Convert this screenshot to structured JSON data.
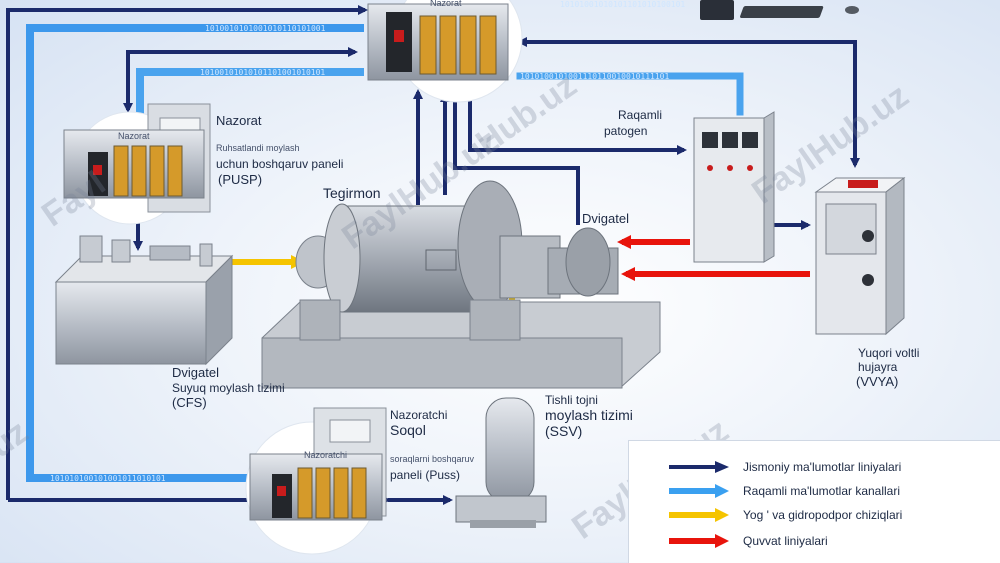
{
  "labels": {
    "nazorat": "Nazorat",
    "nazorat_plate": "Nazorat",
    "pusp_small": "Ruhsatlandi moylash",
    "pusp_line": "uchun boshqaruv paneli",
    "pusp_code": "(PUSP)",
    "tegirmon": "Tegirmon",
    "raqamli": "Raqamli",
    "patogen": "patogen",
    "dvigatel_top": "Dvigatel",
    "dvigatel_left": "Dvigatel",
    "cfs_line": "Suyuq moylash tizimi",
    "cfs_code": "(CFS)",
    "vvya_1": "Yuqori voltli",
    "vvya_2": "hujayra",
    "vvya_code": "(VVYA)",
    "nazoratchi_1": "Nazoratchi",
    "nazoratchi_plate": "Nazoratchi",
    "soqol": "Soqol",
    "puss_small": "soraqlarni boshqaruv",
    "puss_line": "paneli (Puss)",
    "ssv_1": "Tishli tojni",
    "ssv_2": "moylash tizimi",
    "ssv_code": "(SSV)"
  },
  "bits": {
    "top": "10101001010101101010100101",
    "upper_left": "1010010101001010110101001",
    "mid_left": "10100101010101101001010101",
    "mid_right": "1010100101001110110010010111101",
    "bottom_left": "101010100101001011010101"
  },
  "watermarks": [
    "Fayl",
    "Hub.uz",
    "FaylHub.uz",
    "FaylHub.uz",
    "FaylHub.uz",
    "uz"
  ],
  "legend": {
    "items": [
      {
        "label": "Jismoniy ma'lumotlar liniyalari",
        "color": "#1b2a6b"
      },
      {
        "label": "Raqamli ma'lumotlar kanallari",
        "color": "#3aa0f0"
      },
      {
        "label": "Yog ' va gidropodpor chiziqlari",
        "color": "#f5c400"
      },
      {
        "label": "Quvvat liniyalari",
        "color": "#e8140c"
      }
    ]
  }
}
